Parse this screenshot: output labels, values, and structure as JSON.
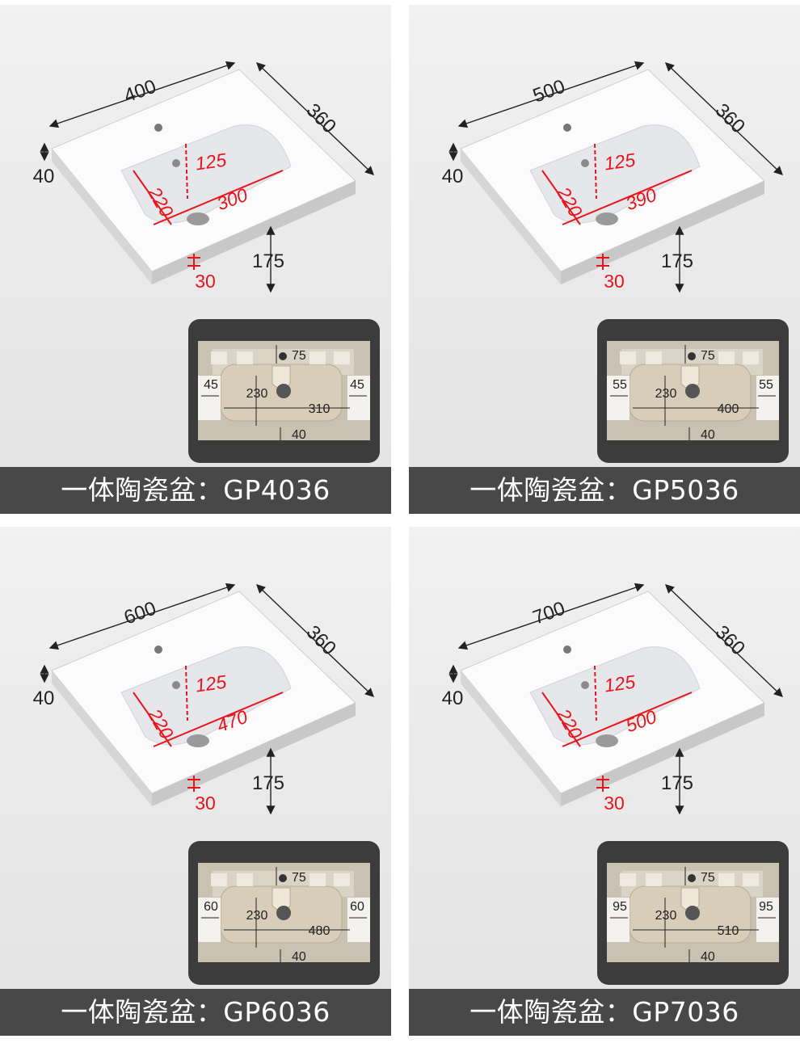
{
  "colors": {
    "caption_bg": "#484848",
    "red_dim": "#e8141c",
    "black_dim": "#222222"
  },
  "panels": [
    {
      "caption": "一体陶瓷盆：GP4036",
      "dims": {
        "width": "400",
        "depth": "360",
        "thickness": "40",
        "height": "175",
        "bowl_depth": "125",
        "bowl_front_back": "220",
        "bowl_width": "300",
        "front_edge": "30"
      },
      "inset": {
        "top": "75",
        "side_left": "45",
        "side_right": "45",
        "depth": "230",
        "width": "310",
        "bottom": "40"
      }
    },
    {
      "caption": "一体陶瓷盆：GP5036",
      "dims": {
        "width": "500",
        "depth": "360",
        "thickness": "40",
        "height": "175",
        "bowl_depth": "125",
        "bowl_front_back": "220",
        "bowl_width": "390",
        "front_edge": "30"
      },
      "inset": {
        "top": "75",
        "side_left": "55",
        "side_right": "55",
        "depth": "230",
        "width": "400",
        "bottom": "40"
      }
    },
    {
      "caption": "一体陶瓷盆：GP6036",
      "dims": {
        "width": "600",
        "depth": "360",
        "thickness": "40",
        "height": "175",
        "bowl_depth": "125",
        "bowl_front_back": "220",
        "bowl_width": "470",
        "front_edge": "30"
      },
      "inset": {
        "top": "75",
        "side_left": "60",
        "side_right": "60",
        "depth": "230",
        "width": "480",
        "bottom": "40"
      }
    },
    {
      "caption": "一体陶瓷盆：GP7036",
      "dims": {
        "width": "700",
        "depth": "360",
        "thickness": "40",
        "height": "175",
        "bowl_depth": "125",
        "bowl_front_back": "220",
        "bowl_width": "500",
        "front_edge": "30"
      },
      "inset": {
        "top": "75",
        "side_left": "95",
        "side_right": "95",
        "depth": "230",
        "width": "510",
        "bottom": "40"
      }
    }
  ]
}
